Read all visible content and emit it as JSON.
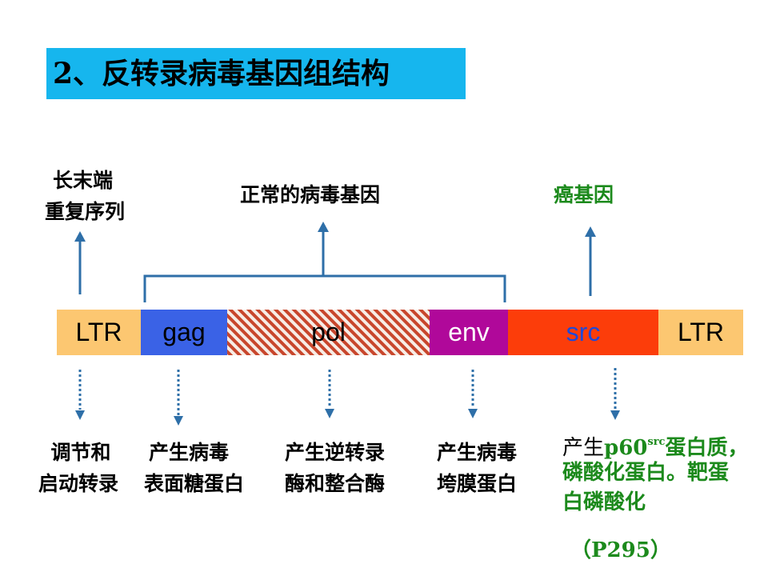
{
  "title": "2、反转录病毒基因组结构",
  "top_labels": {
    "ltr_line1": "长末端",
    "ltr_line2": "重复序列",
    "normal_genes": "正常的病毒基因",
    "oncogene": "癌基因"
  },
  "segments": [
    {
      "label": "LTR",
      "color": "#fcc771",
      "text_color": "#000000"
    },
    {
      "label": "gag",
      "color": "#3a62e6",
      "text_color": "#000000"
    },
    {
      "label": "pol",
      "color": "hatched red/white",
      "text_color": "#000000"
    },
    {
      "label": "env",
      "color": "#b0089a",
      "text_color": "#ffffff"
    },
    {
      "label": "src",
      "color": "#fc3d0a",
      "text_color": "#1e49d9"
    },
    {
      "label": "LTR",
      "color": "#fcc771",
      "text_color": "#000000"
    }
  ],
  "descriptions": {
    "ltr_1": "调节和",
    "ltr_2": "启动转录",
    "gag_1": "产生病毒",
    "gag_2": "表面糖蛋白",
    "pol_1": "产生逆转录",
    "pol_2": "酶和整合酶",
    "env_1": "产生病毒",
    "env_2": "垮膜蛋白",
    "src_prefix": "产生",
    "src_protein": "p60",
    "src_sup": "src",
    "src_rest1": "蛋白质，",
    "src_line2": "磷酸化蛋白。靶蛋",
    "src_line3": "白磷酸化",
    "src_page": "（P295）"
  },
  "colors": {
    "title_bg": "#16b6ee",
    "arrow": "#2e6fa8",
    "oncogene_text": "#1c8a1c"
  }
}
